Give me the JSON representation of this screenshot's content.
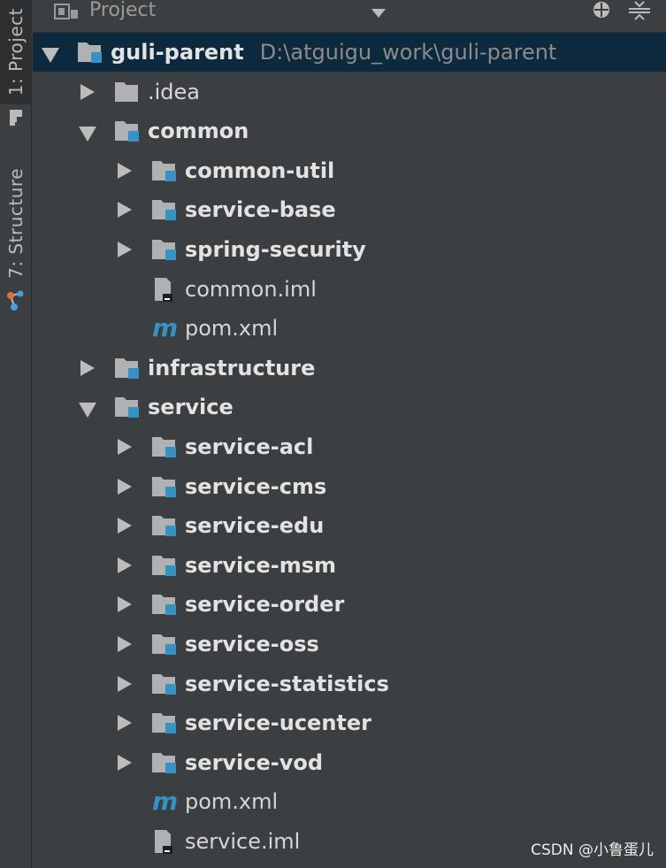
{
  "sidebar": {
    "tabs": [
      {
        "label": "1: Project"
      },
      {
        "label": "7: Structure"
      }
    ]
  },
  "toolbar": {
    "title": "Project",
    "dropdown_icon": "chevron-down-icon",
    "locate_icon": "crosshair-icon",
    "collapse_icon": "collapse-all-icon"
  },
  "tree": [
    {
      "label": "guli-parent",
      "path": "D:\\atguigu_work\\guli-parent",
      "type": "module",
      "expanded": true,
      "depth": 0,
      "selected": true
    },
    {
      "label": ".idea",
      "type": "folder",
      "expanded": false,
      "depth": 1
    },
    {
      "label": "common",
      "type": "module",
      "expanded": true,
      "depth": 1
    },
    {
      "label": "common-util",
      "type": "module",
      "expanded": false,
      "depth": 2
    },
    {
      "label": "service-base",
      "type": "module",
      "expanded": false,
      "depth": 2
    },
    {
      "label": "spring-security",
      "type": "module",
      "expanded": false,
      "depth": 2
    },
    {
      "label": "common.iml",
      "type": "iml",
      "depth": 2
    },
    {
      "label": "pom.xml",
      "type": "maven",
      "depth": 2
    },
    {
      "label": "infrastructure",
      "type": "module",
      "expanded": false,
      "depth": 1
    },
    {
      "label": "service",
      "type": "module",
      "expanded": true,
      "depth": 1
    },
    {
      "label": "service-acl",
      "type": "module",
      "expanded": false,
      "depth": 2
    },
    {
      "label": "service-cms",
      "type": "module",
      "expanded": false,
      "depth": 2
    },
    {
      "label": "service-edu",
      "type": "module",
      "expanded": false,
      "depth": 2
    },
    {
      "label": "service-msm",
      "type": "module",
      "expanded": false,
      "depth": 2
    },
    {
      "label": "service-order",
      "type": "module",
      "expanded": false,
      "depth": 2
    },
    {
      "label": "service-oss",
      "type": "module",
      "expanded": false,
      "depth": 2
    },
    {
      "label": "service-statistics",
      "type": "module",
      "expanded": false,
      "depth": 2
    },
    {
      "label": "service-ucenter",
      "type": "module",
      "expanded": false,
      "depth": 2
    },
    {
      "label": "service-vod",
      "type": "module",
      "expanded": false,
      "depth": 2
    },
    {
      "label": "pom.xml",
      "type": "maven",
      "depth": 2
    },
    {
      "label": "service.iml",
      "type": "iml",
      "depth": 2
    }
  ],
  "watermark": "CSDN @小鲁蛋儿",
  "colors": {
    "background": "#3c3f41",
    "selection": "#0d293e",
    "module_accent": "#3592c4",
    "text": "#d6d6d6"
  }
}
